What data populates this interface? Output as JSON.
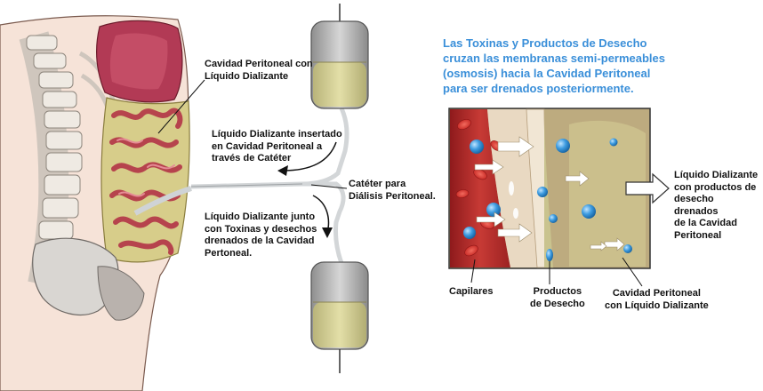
{
  "left_labels": {
    "cavity": "Cavidad Peritoneal con\nLíquido Dializante",
    "inserted": "Líquido Dializante insertado\nen Cavidad Peritoneal a\ntravés de Catéter",
    "catheter": "Catéter para\nDiálisis Peritoneal.",
    "drained": "Líquido Dializante junto\ncon Toxinas y desechos\ndrenados de la Cavidad\nPertoneal."
  },
  "headline": "Las Toxinas y  Productos de Desecho\ncruzan las membranas semi-permeables\n(osmosis) hacia la Cavidad Peritoneal\npara ser drenados posteriormente.",
  "right_labels": {
    "fluid": "Líquido Dializante\ncon productos de\ndesecho drenados\nde la Cavidad\nPeritoneal",
    "capillaries": "Capilares",
    "waste": "Productos\nde Desecho",
    "cavity": "Cavidad Peritoneal\ncon Líquido Dializante"
  },
  "colors": {
    "headline": "#3a8fd9",
    "dialysate": "#d8d49a",
    "blood": "#c0262b",
    "molecule": "#2f8fd8"
  }
}
